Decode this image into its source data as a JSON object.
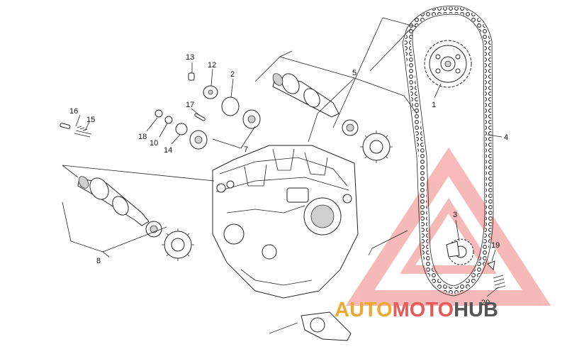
{
  "diagram": {
    "callouts": [
      "1",
      "2",
      "3",
      "4",
      "5",
      "7",
      "8",
      "10",
      "12",
      "13",
      "14",
      "15",
      "16",
      "17",
      "18",
      "19",
      "20"
    ]
  },
  "watermark": {
    "word_auto": "AUTO",
    "word_moto": "MOTO",
    "word_hub": "HUB",
    "color_auto": "#f0a830",
    "color_moto": "#e85a5a",
    "color_hub": "#555555",
    "triangle_color": "#f08080"
  }
}
